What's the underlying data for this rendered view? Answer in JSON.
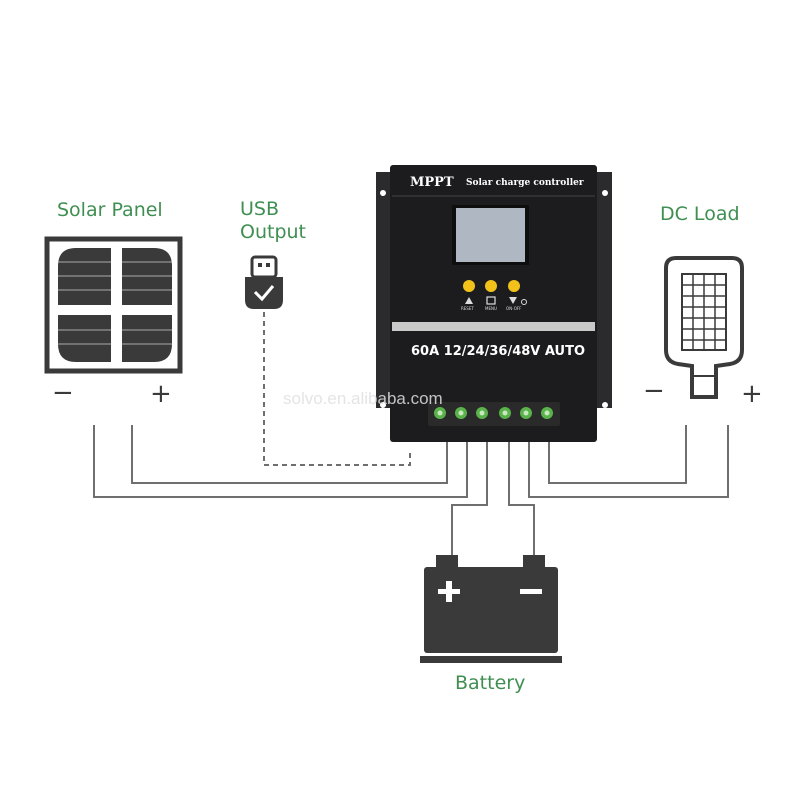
{
  "labels": {
    "solar_panel": "Solar Panel",
    "usb_line1": "USB",
    "usb_line2": "Output",
    "dc_load": "DC Load",
    "battery": "Battery"
  },
  "polarity": {
    "solar_minus": "−",
    "solar_plus": "+",
    "load_minus": "−",
    "load_plus": "+"
  },
  "controller": {
    "brand": "MPPT",
    "title": "Solar charge controller",
    "rating": "60A 12/24/36/48V AUTO",
    "buttons": [
      "RESET",
      "MENU",
      "ON-OFF"
    ]
  },
  "watermark": "solvo.en.alibaba.com",
  "colors": {
    "label_green": "#3f8f52",
    "icon_dark": "#3a3a3a",
    "controller_body": "#1c1c1e",
    "button_yellow": "#f2c21b",
    "terminal_green": "#59b34a",
    "lcd": "#aeb7c2"
  },
  "icons": [
    "solar-panel-icon",
    "usb-plug-icon",
    "led-lamp-icon",
    "battery-icon"
  ]
}
